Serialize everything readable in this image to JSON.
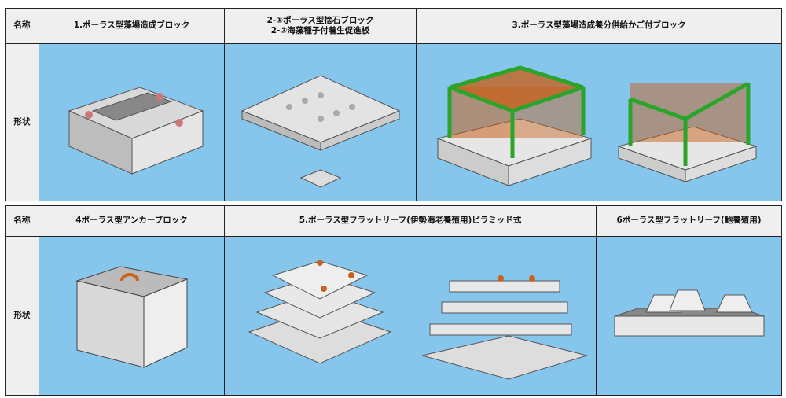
{
  "row1": {
    "name_label": "名称",
    "shape_label": "形状",
    "items": [
      {
        "title": "1.ポーラス型藻場造成ブロック",
        "icon": "porous-block-image"
      },
      {
        "title_line1": "2-①ポーラス型捨石ブロック",
        "title_line2": "2-②海藻種子付着生促進板",
        "icon": "riprap-block-image"
      },
      {
        "title": "3.ポーラス型藻場造成養分供給かご付ブロック",
        "icon": "cage-block-image"
      }
    ]
  },
  "row2": {
    "name_label": "名称",
    "shape_label": "形状",
    "items": [
      {
        "title": "4ポーラス型アンカーブロック",
        "icon": "anchor-block-image"
      },
      {
        "title": "5.ポーラス型フラットリーフ(伊勢海老養殖用)ピラミッド式",
        "icon": "pyramid-reef-image"
      },
      {
        "title": "6ポーラス型フラットリーフ(鮑養殖用)",
        "icon": "flat-reef-image"
      }
    ]
  },
  "colors": {
    "cell_blue": "#86c5ec",
    "header_gray": "#efefef",
    "cage_green": "#2aa52a",
    "cage_orange": "#c8621e"
  }
}
